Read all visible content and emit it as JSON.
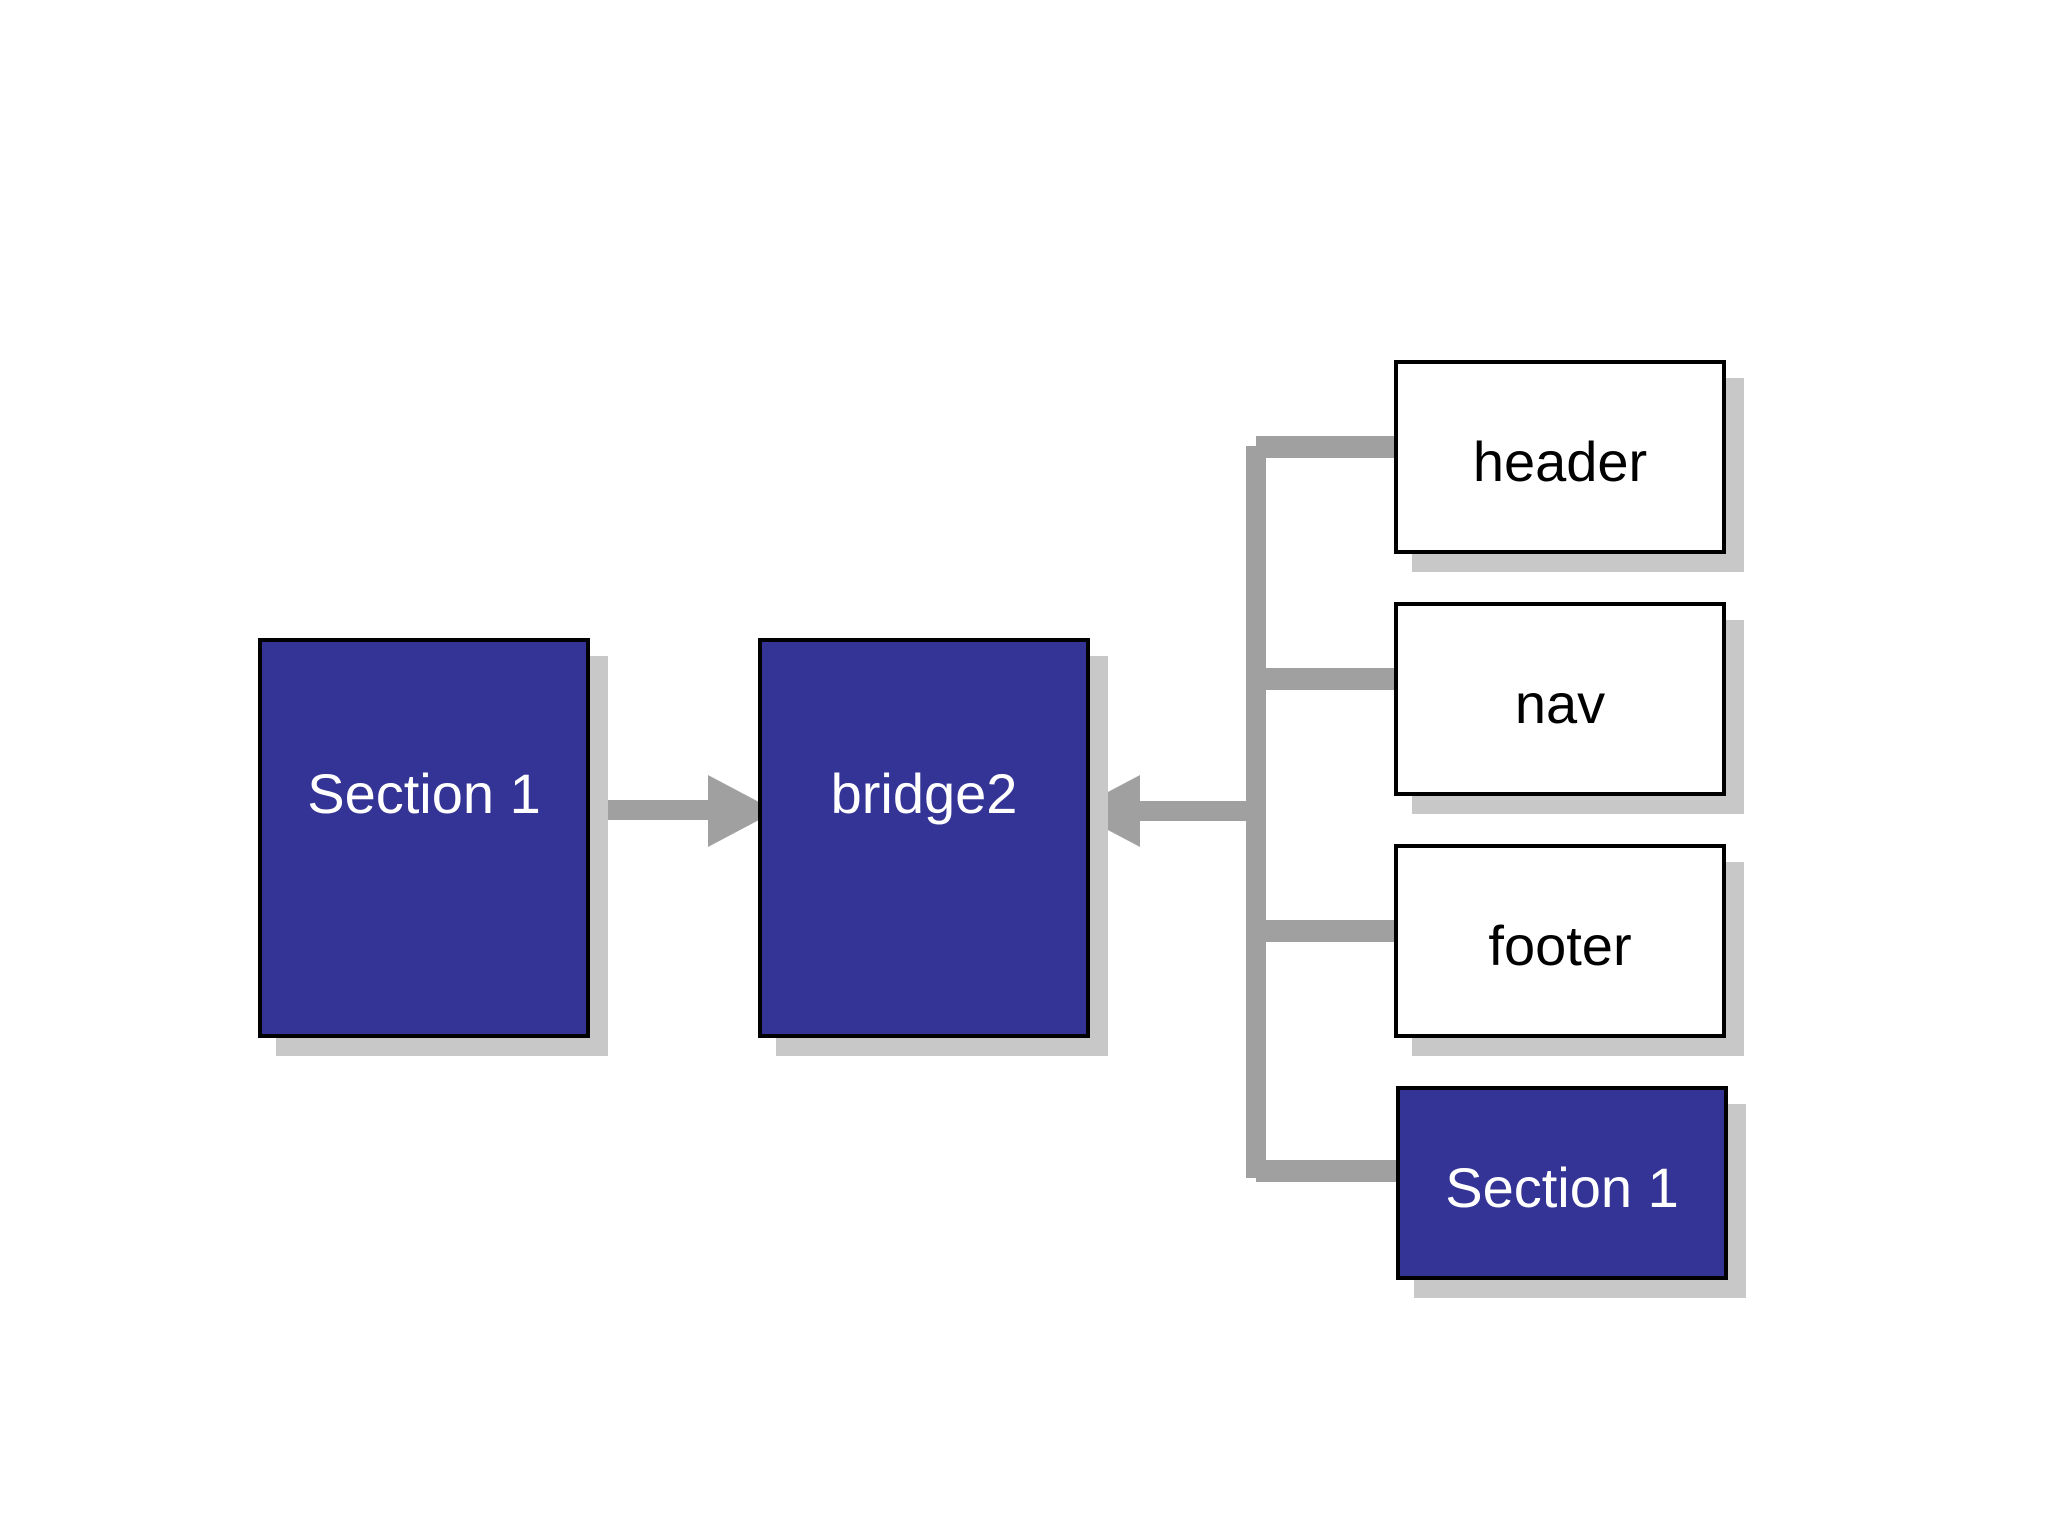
{
  "diagram": {
    "source_box": {
      "label": "Section 1"
    },
    "bridge_box": {
      "label": "bridge2"
    },
    "children": [
      {
        "label": "header",
        "style": "outline"
      },
      {
        "label": "nav",
        "style": "outline"
      },
      {
        "label": "footer",
        "style": "outline"
      },
      {
        "label": "Section 1",
        "style": "filled"
      }
    ]
  },
  "colors": {
    "box_fill": "#343396",
    "connector": "#a0a0a0",
    "shadow": "#c8c8c8",
    "border": "#000000"
  }
}
